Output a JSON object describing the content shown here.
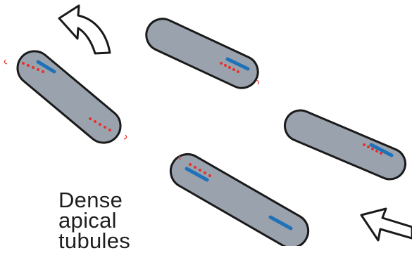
{
  "caption": {
    "lines": [
      "Dense",
      "apical",
      "tubules"
    ]
  },
  "colors": {
    "cell_fill": "#9aa2ae",
    "cell_outline": "#1a1a1a",
    "tubule_blue": "#1f72b8",
    "dot_red": "#e8302a",
    "arrow_outline": "#1a1a1a",
    "arrow_fill": "#ffffff"
  },
  "icons": {
    "migration_arrow_upper": "curved-arrow-up-left",
    "migration_arrow_lower": "arrow-left"
  },
  "cells": [
    {
      "name": "cell-upper-left"
    },
    {
      "name": "cell-upper-middle"
    },
    {
      "name": "cell-right"
    },
    {
      "name": "cell-lower-middle"
    }
  ]
}
